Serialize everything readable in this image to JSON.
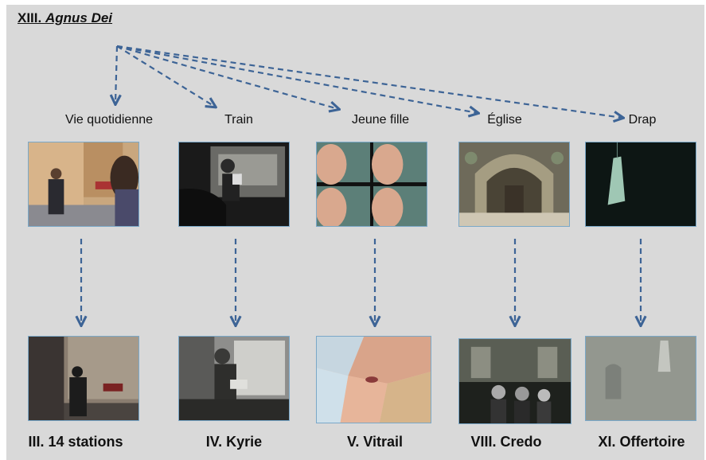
{
  "title": {
    "prefix": "XIII. ",
    "italic": "Agnus Dei"
  },
  "columns": [
    {
      "id": "vie",
      "top_label": "Vie quotidienne",
      "bottom_label": "III. 14 stations"
    },
    {
      "id": "train",
      "top_label": "Train",
      "bottom_label": "IV. Kyrie"
    },
    {
      "id": "jeune",
      "top_label": "Jeune fille",
      "bottom_label": "V. Vitrail"
    },
    {
      "id": "eglise",
      "top_label": "Église",
      "bottom_label": "VIII. Credo"
    },
    {
      "id": "drap",
      "top_label": "Drap",
      "bottom_label": "XI. Offertoire"
    }
  ],
  "colors": {
    "arrow": "#3d6496",
    "background": "#d9d9d9",
    "thumb_border": "#7aa8c8"
  }
}
